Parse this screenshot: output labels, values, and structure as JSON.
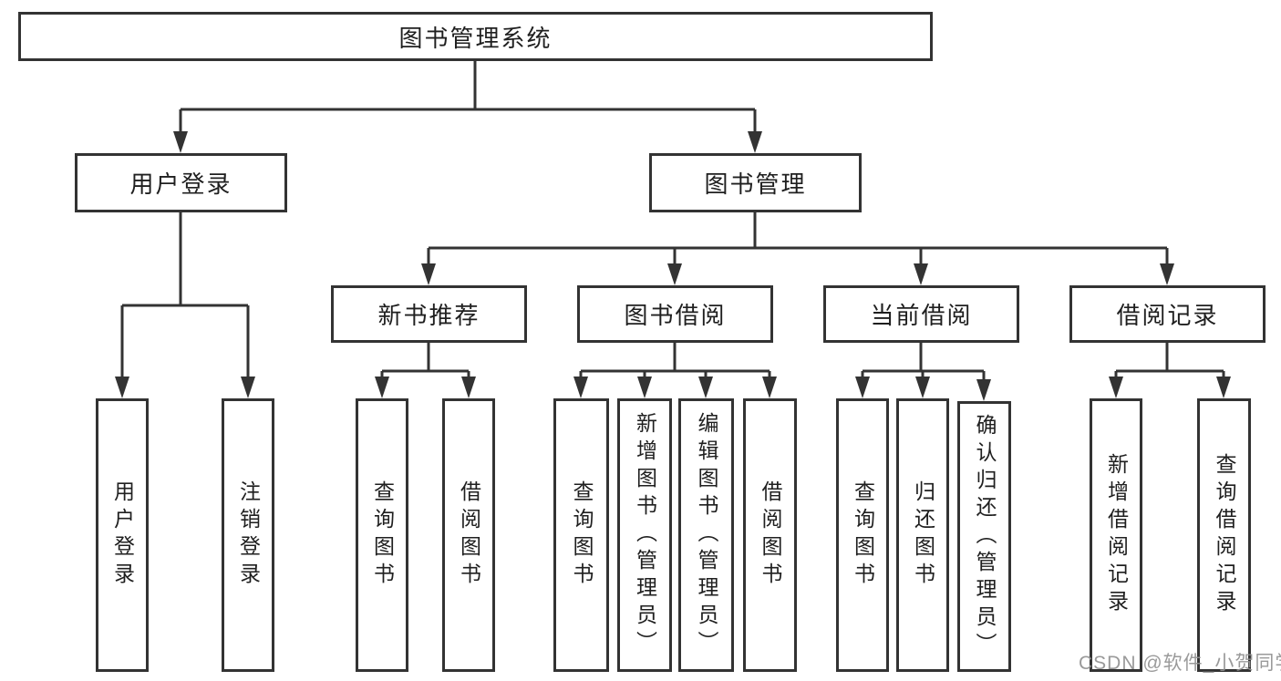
{
  "watermark": "CSDN @软件_小贺同学",
  "colors": {
    "line": "#333333",
    "box_border": "#333333",
    "text": "#1f1f1f",
    "watermark": "#919191",
    "background": "#ffffff"
  },
  "tree": {
    "label": "图书管理系统",
    "children": [
      {
        "label": "用户登录",
        "children": [
          {
            "label": "用户登录"
          },
          {
            "label": "注销登录"
          }
        ]
      },
      {
        "label": "图书管理",
        "children": [
          {
            "label": "新书推荐",
            "children": [
              {
                "label": "查询图书"
              },
              {
                "label": "借阅图书"
              }
            ]
          },
          {
            "label": "图书借阅",
            "children": [
              {
                "label": "查询图书"
              },
              {
                "label": "新增图书（管理员）"
              },
              {
                "label": "编辑图书（管理员）"
              },
              {
                "label": "借阅图书"
              }
            ]
          },
          {
            "label": "当前借阅",
            "children": [
              {
                "label": "查询图书"
              },
              {
                "label": "归还图书"
              },
              {
                "label": "确认归还（管理员）"
              }
            ]
          },
          {
            "label": "借阅记录",
            "children": [
              {
                "label": "新增借阅记录"
              },
              {
                "label": "查询借阅记录"
              }
            ]
          }
        ]
      }
    ]
  }
}
